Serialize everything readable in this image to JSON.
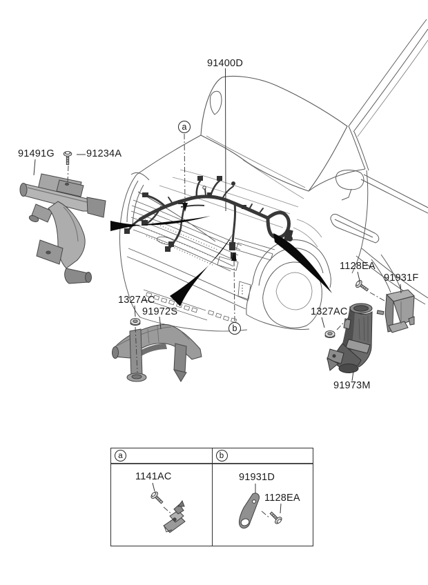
{
  "page": {
    "background": "#ffffff"
  },
  "colors": {
    "line": "#5a5a5a",
    "outline": "#3c3c3c",
    "part_fill_light": "#b5b5b5",
    "part_fill_mid": "#8f8f8f",
    "part_fill_dark": "#5d5d5d",
    "swoosh": "#0a0a0a",
    "text": "#1a1a1a"
  },
  "callouts": {
    "harness": "91400D",
    "bracket_left": "91491G",
    "bolt_left": "91234A",
    "nut_lower": "1327AC",
    "protector_lower": "91972S",
    "bolt_right": "1128EA",
    "bracket_right": "91931F",
    "nut_right": "1327AC",
    "protector_right": "91973M"
  },
  "view_markers": {
    "a": "a",
    "b": "b"
  },
  "detail_table": {
    "cell_a": {
      "marker": "a",
      "bolt": "1141AC"
    },
    "cell_b": {
      "marker": "b",
      "bracket": "91931D",
      "bolt": "1128EA"
    }
  }
}
